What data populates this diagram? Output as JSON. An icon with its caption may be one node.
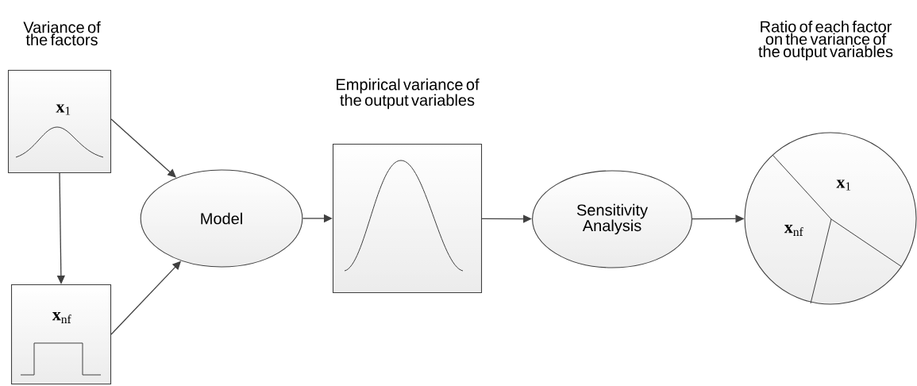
{
  "diagram": {
    "nodes": [
      {
        "text": [
          "Variance of the factors",
          "**x**$_{1}$"
        ]
      },
      {
        "text": [
          "**x**$_{nf}$"
        ]
      },
      {
        "text": [
          "Model"
        ]
      },
      {
        "text": [
          "Empirical variance of the output variables"
        ]
      },
      {
        "text": [
          "Sensitivity Analysis"
        ]
      },
      {
        "text": [
          "Ratio of each factor on the variance of the output variables",
          "**x**$_{1}$",
          "**x**$_{nf}$"
        ]
      }
    ],
    "edges": [
      {
        "from": 0,
        "to": 2,
        "arrow": "to"
      },
      {
        "from": 0,
        "to": 1,
        "arrow": "to"
      },
      {
        "from": 1,
        "to": 2,
        "arrow": "to"
      },
      {
        "from": 2,
        "to": 3,
        "arrow": "to"
      },
      {
        "from": 3,
        "to": 4,
        "arrow": "to"
      },
      {
        "from": 4,
        "to": 5,
        "arrow": "to"
      }
    ]
  }
}
